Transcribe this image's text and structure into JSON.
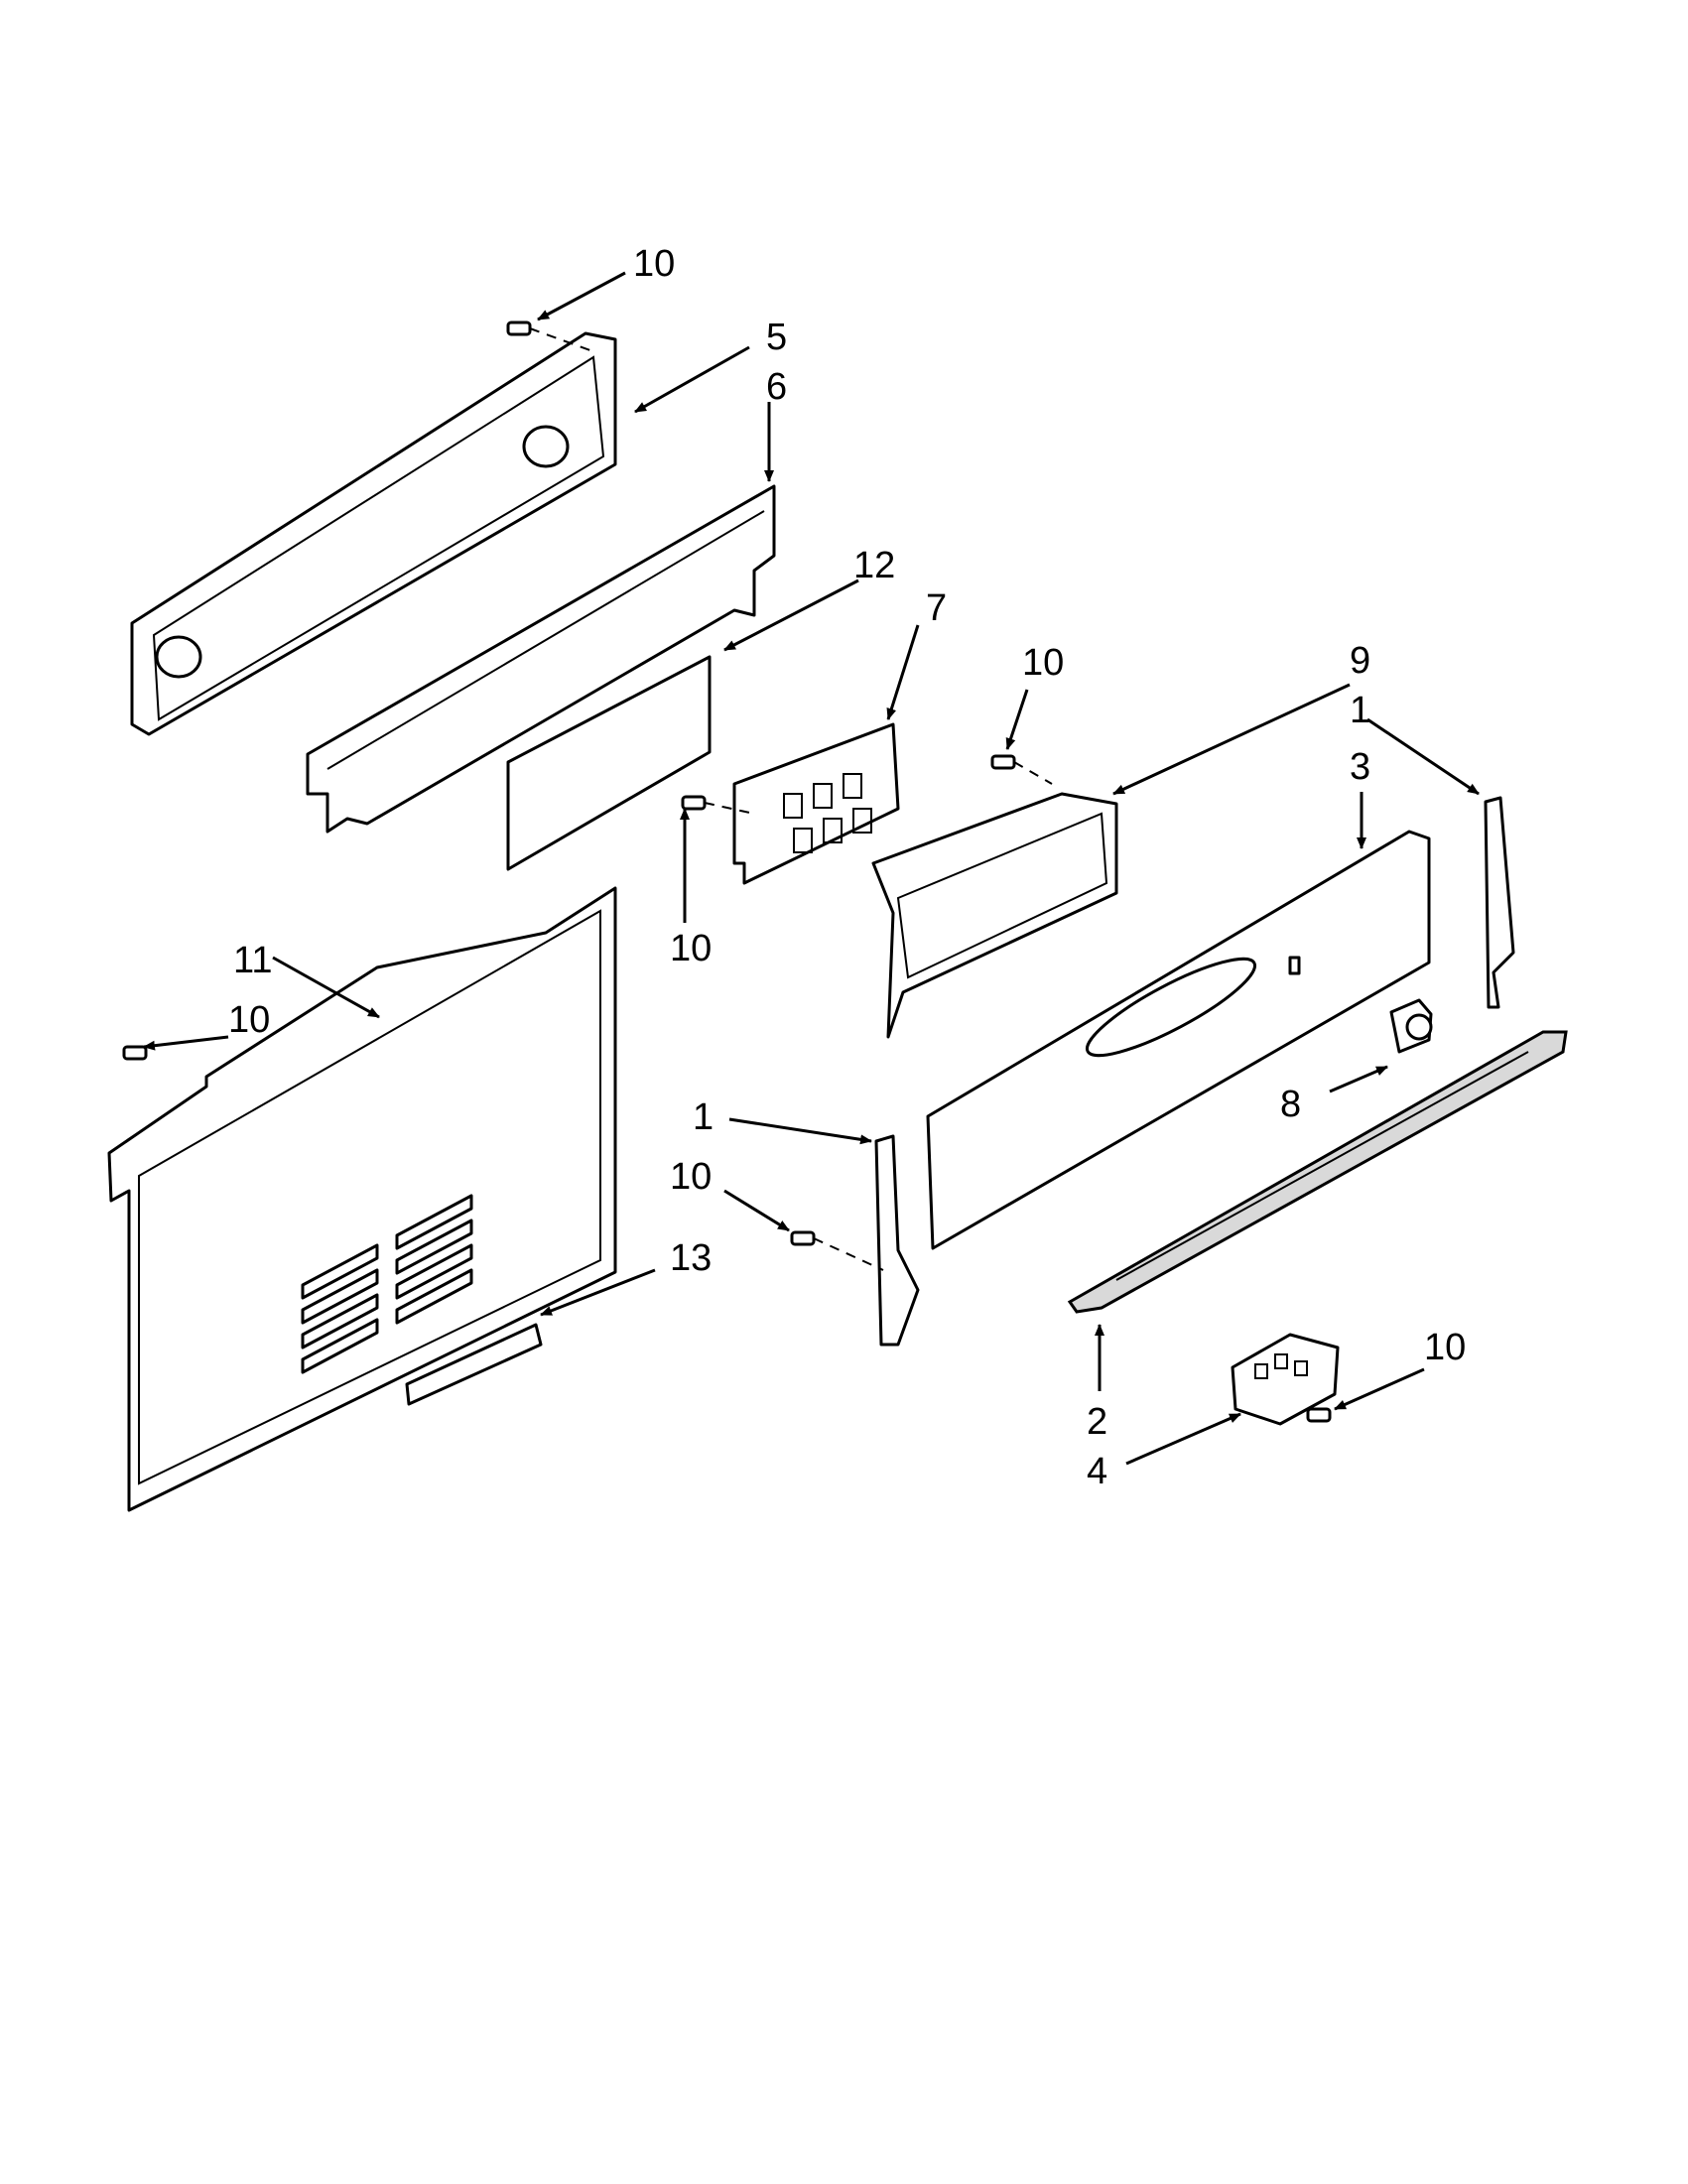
{
  "callouts": {
    "c10_top": "10",
    "c5": "5",
    "c6": "6",
    "c12": "12",
    "c7": "7",
    "c10_mid": "10",
    "c9": "9",
    "c1_right": "1",
    "c3": "3",
    "c10_under7": "10",
    "c11": "11",
    "c10_left": "10",
    "c8": "8",
    "c1_left": "1",
    "c10_lower": "10",
    "c13": "13",
    "c10_right": "10",
    "c2": "2",
    "c4": "4"
  },
  "colors": {
    "line": "#000000",
    "background": "#ffffff",
    "shade": "#d9d9d9"
  }
}
